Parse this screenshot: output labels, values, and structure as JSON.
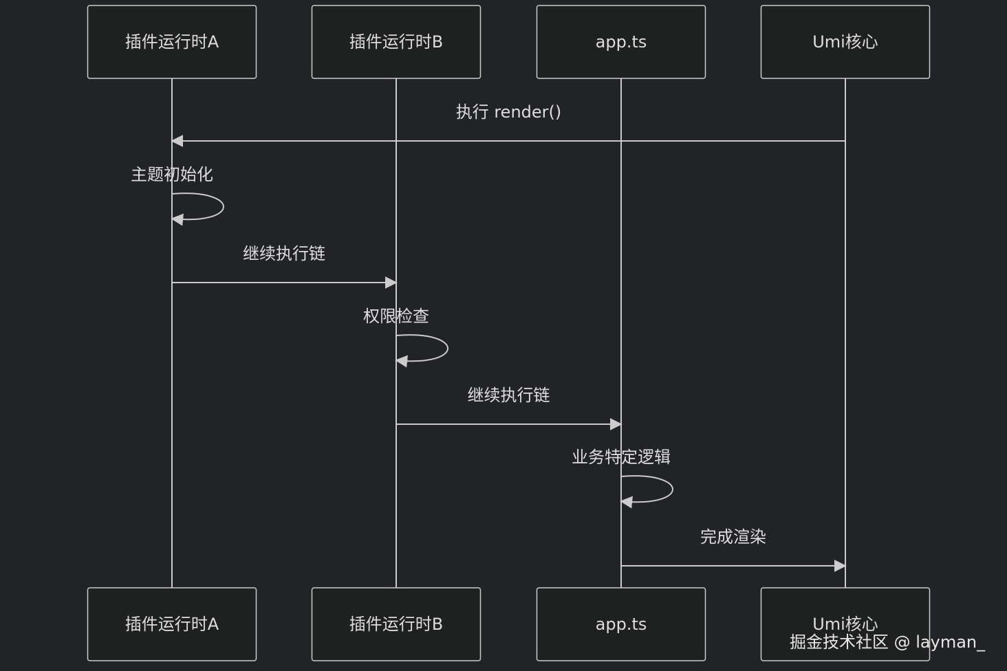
{
  "diagram": {
    "type": "sequence",
    "colors": {
      "background": "#222327",
      "box_fill": "#1f2020",
      "line": "#cccccc",
      "text": "#dddddd"
    },
    "participants": [
      {
        "id": "pluginA",
        "label": "插件运行时A"
      },
      {
        "id": "pluginB",
        "label": "插件运行时B"
      },
      {
        "id": "app",
        "label": "app.ts"
      },
      {
        "id": "umi",
        "label": "Umi核心"
      }
    ],
    "messages": [
      {
        "from": "umi",
        "to": "pluginA",
        "label": "执行 render()"
      },
      {
        "from": "pluginA",
        "to": "pluginA",
        "label": "主题初始化"
      },
      {
        "from": "pluginA",
        "to": "pluginB",
        "label": "继续执行链"
      },
      {
        "from": "pluginB",
        "to": "pluginB",
        "label": "权限检查"
      },
      {
        "from": "pluginB",
        "to": "app",
        "label": "继续执行链"
      },
      {
        "from": "app",
        "to": "app",
        "label": "业务特定逻辑"
      },
      {
        "from": "app",
        "to": "umi",
        "label": "完成渲染"
      }
    ]
  },
  "watermark": "掘金技术社区 @ layman_"
}
